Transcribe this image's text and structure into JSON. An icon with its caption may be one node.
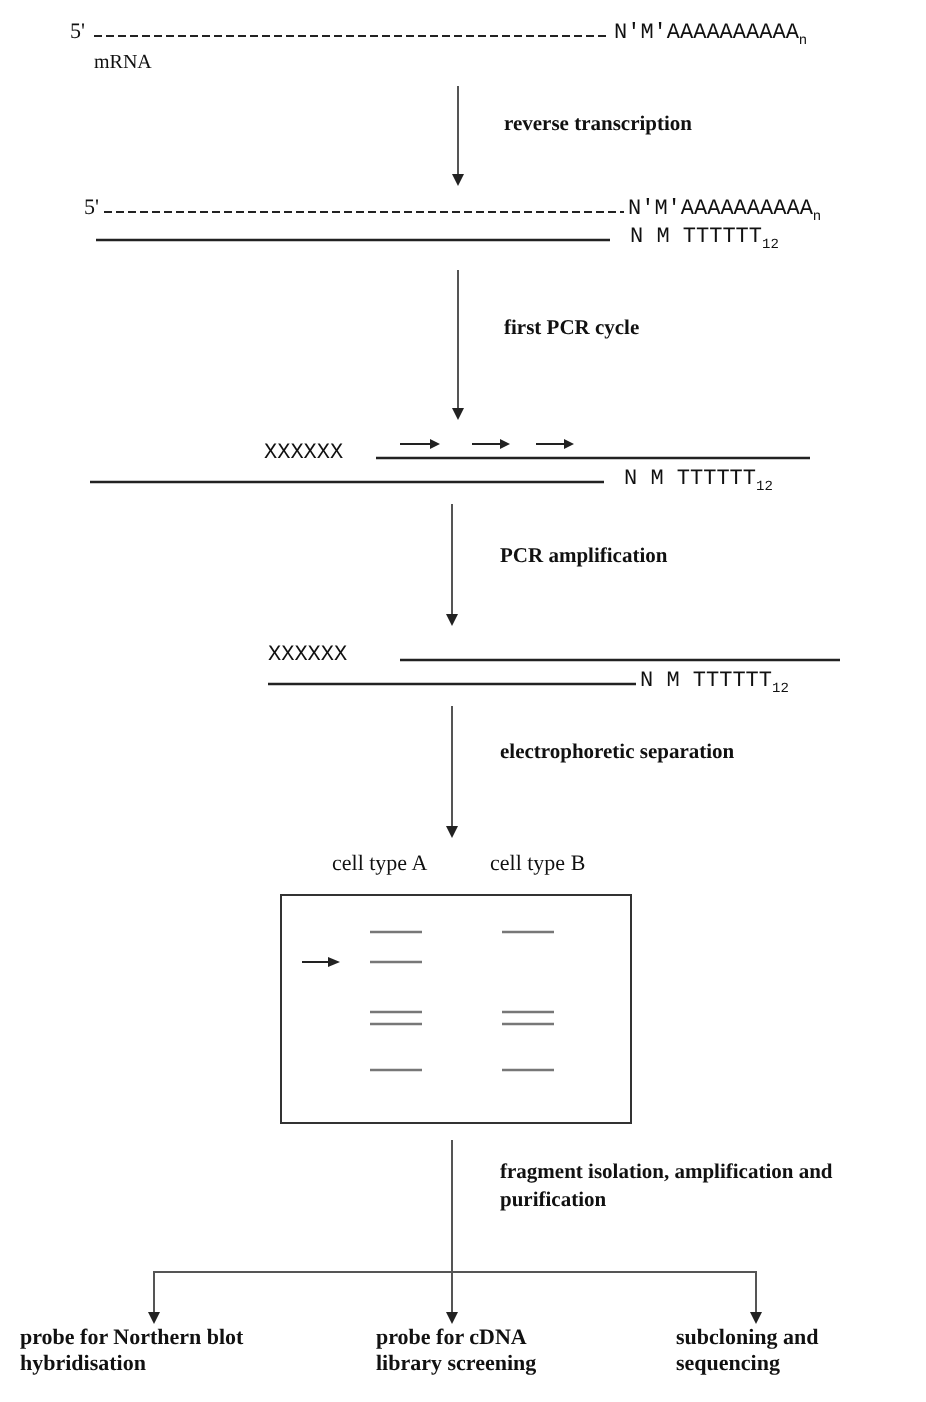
{
  "diagram": {
    "nodes": [
      {
        "text": [
          "5'",
          "N'M'AAAAAAAAAA$_{n}$",
          "mRNA"
        ]
      },
      {
        "text": [
          "5'",
          "N'M'AAAAAAAAAA$_{n}$",
          "N M TTTTTT$_{12}$"
        ]
      },
      {
        "text": [
          "XXXXXX",
          "N M TTTTTT$_{12}$"
        ]
      },
      {
        "text": [
          "XXXXXX",
          "N M TTTTTT$_{12}$"
        ]
      },
      {
        "text": [
          "cell type A",
          "cell type B"
        ]
      },
      {
        "text": [
          "probe for Northern blot hybridisation"
        ]
      },
      {
        "text": [
          "probe for cDNA library screening"
        ]
      },
      {
        "text": [
          "subcloning and sequencing"
        ]
      }
    ],
    "edges": [
      {
        "from": 0,
        "to": 1,
        "arrow": "to",
        "label": "reverse transcription"
      },
      {
        "from": 1,
        "to": 2,
        "arrow": "to",
        "label": "first PCR cycle"
      },
      {
        "from": 2,
        "to": 3,
        "arrow": "to",
        "label": "PCR amplification"
      },
      {
        "from": 3,
        "to": 4,
        "arrow": "to",
        "label": "electrophoretic separation"
      },
      {
        "from": 4,
        "to": 5,
        "arrow": "to"
      },
      {
        "from": 4,
        "to": 6,
        "arrow": "to",
        "label": "fragment isolation, amplification and purification"
      },
      {
        "from": 4,
        "to": 7,
        "arrow": "to"
      }
    ]
  }
}
